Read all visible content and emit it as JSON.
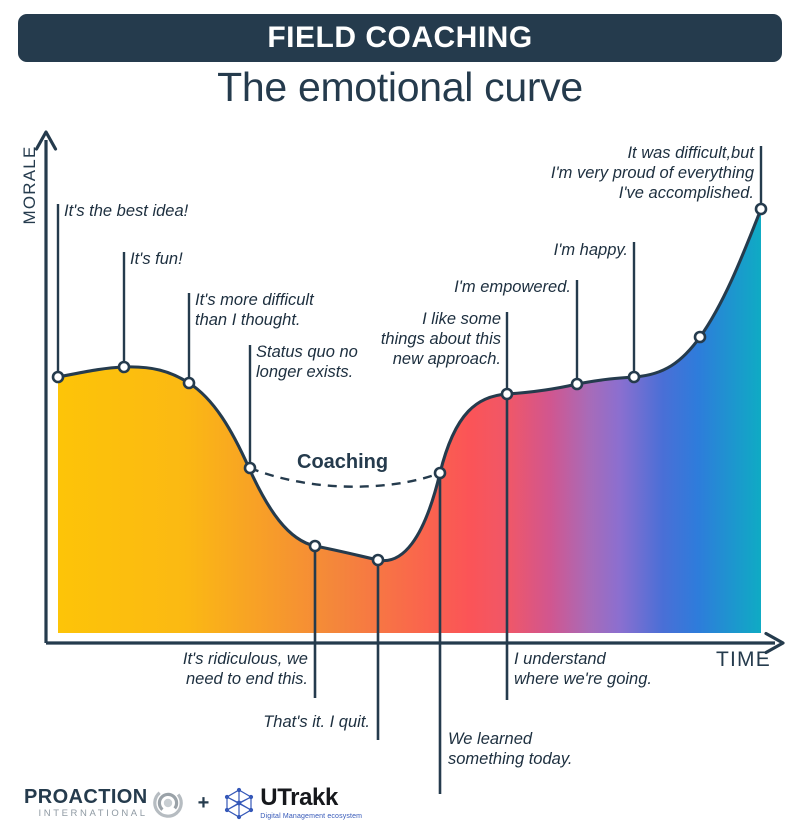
{
  "header": {
    "badge_title": "FIELD COACHING",
    "subtitle": "The emotional curve"
  },
  "axes": {
    "y_label": "MORALE",
    "x_label": "TIME"
  },
  "coaching_label": "Coaching",
  "annotations_above": [
    {
      "text": "It's the best idea!",
      "align": "left"
    },
    {
      "text": "It's fun!",
      "align": "left"
    },
    {
      "text": "It's more difficult\nthan I thought.",
      "align": "left"
    },
    {
      "text": "Status quo no\nlonger exists.",
      "align": "left"
    },
    {
      "text": "I like some\nthings about this\nnew approach.",
      "align": "right"
    },
    {
      "text": "I'm empowered.",
      "align": "right"
    },
    {
      "text": "I'm happy.",
      "align": "right"
    },
    {
      "text": "It was difficult,but\nI'm very proud of everything\nI've accomplished.",
      "align": "right"
    }
  ],
  "annotations_below": [
    {
      "text": "It's ridiculous, we\nneed to end this.",
      "align": "right"
    },
    {
      "text": "That's it. I quit.",
      "align": "right"
    },
    {
      "text": "We learned\nsomething today.",
      "align": "left"
    },
    {
      "text": "I understand\nwhere we're going.",
      "align": "left"
    }
  ],
  "colors": {
    "navy": "#253B4D",
    "gold": "#FCC10D",
    "orange": "#F4843B",
    "red": "#FB5457",
    "pink": "#D1568F",
    "purple": "#8A6FD0",
    "blue": "#2E7CDB",
    "teal": "#11A8C3",
    "header_bg": "#253B4D",
    "page_bg": "#FFFFFF"
  },
  "footer": {
    "proaction_main": "PROACTION",
    "proaction_sub": "INTERNATIONAL",
    "plus": "+",
    "utrakk_main": "UTrakk",
    "utrakk_sub": "Digital Management ecosystem"
  },
  "chart_data": {
    "type": "area",
    "title": "The emotional curve",
    "subtitle": "FIELD COACHING",
    "xlabel": "TIME",
    "ylabel": "MORALE",
    "grid": false,
    "legend": null,
    "xlim": [
      0,
      100
    ],
    "ylim": [
      0,
      100
    ],
    "description": "Morale over time during a change / field-coaching initiative: starts high, dips to a trough, then recovers to the highest point.",
    "points": [
      {
        "id": "p1",
        "x": 3,
        "y": 61,
        "label": "It's the best idea!"
      },
      {
        "id": "p2",
        "x": 12,
        "y": 63,
        "label": "It's fun!"
      },
      {
        "id": "p3",
        "x": 21,
        "y": 58,
        "label": "It's more difficult than I thought."
      },
      {
        "id": "p4",
        "x": 31,
        "y": 43,
        "label": "Status quo no longer exists."
      },
      {
        "id": "p5",
        "x": 39,
        "y": 19,
        "label": "It's ridiculous, we need to end this."
      },
      {
        "id": "p6",
        "x": 48,
        "y": 16,
        "label": "That's it. I quit."
      },
      {
        "id": "p7",
        "x": 61,
        "y": 44,
        "label": "We learned something today."
      },
      {
        "id": "p8",
        "x": 69,
        "y": 52,
        "label": "I understand where we're going."
      },
      {
        "id": "p9",
        "x": 78,
        "y": 55,
        "label": "I like some things about this new approach."
      },
      {
        "id": "p10",
        "x": 85,
        "y": 56,
        "label": "I'm empowered."
      },
      {
        "id": "p11",
        "x": 92,
        "y": 64,
        "label": "I'm happy."
      },
      {
        "id": "p12",
        "x": 100,
        "y": 90,
        "label": "It was difficult,but I'm very proud of everything I've accomplished."
      }
    ],
    "coaching_span": {
      "from_point": "p4",
      "to_point": "p7",
      "label": "Coaching",
      "style": "dashed"
    },
    "gradient_stops": [
      "#FCC10D",
      "#F4843B",
      "#FB5457",
      "#D1568F",
      "#8A6FD0",
      "#2E7CDB",
      "#11A8C3"
    ]
  }
}
